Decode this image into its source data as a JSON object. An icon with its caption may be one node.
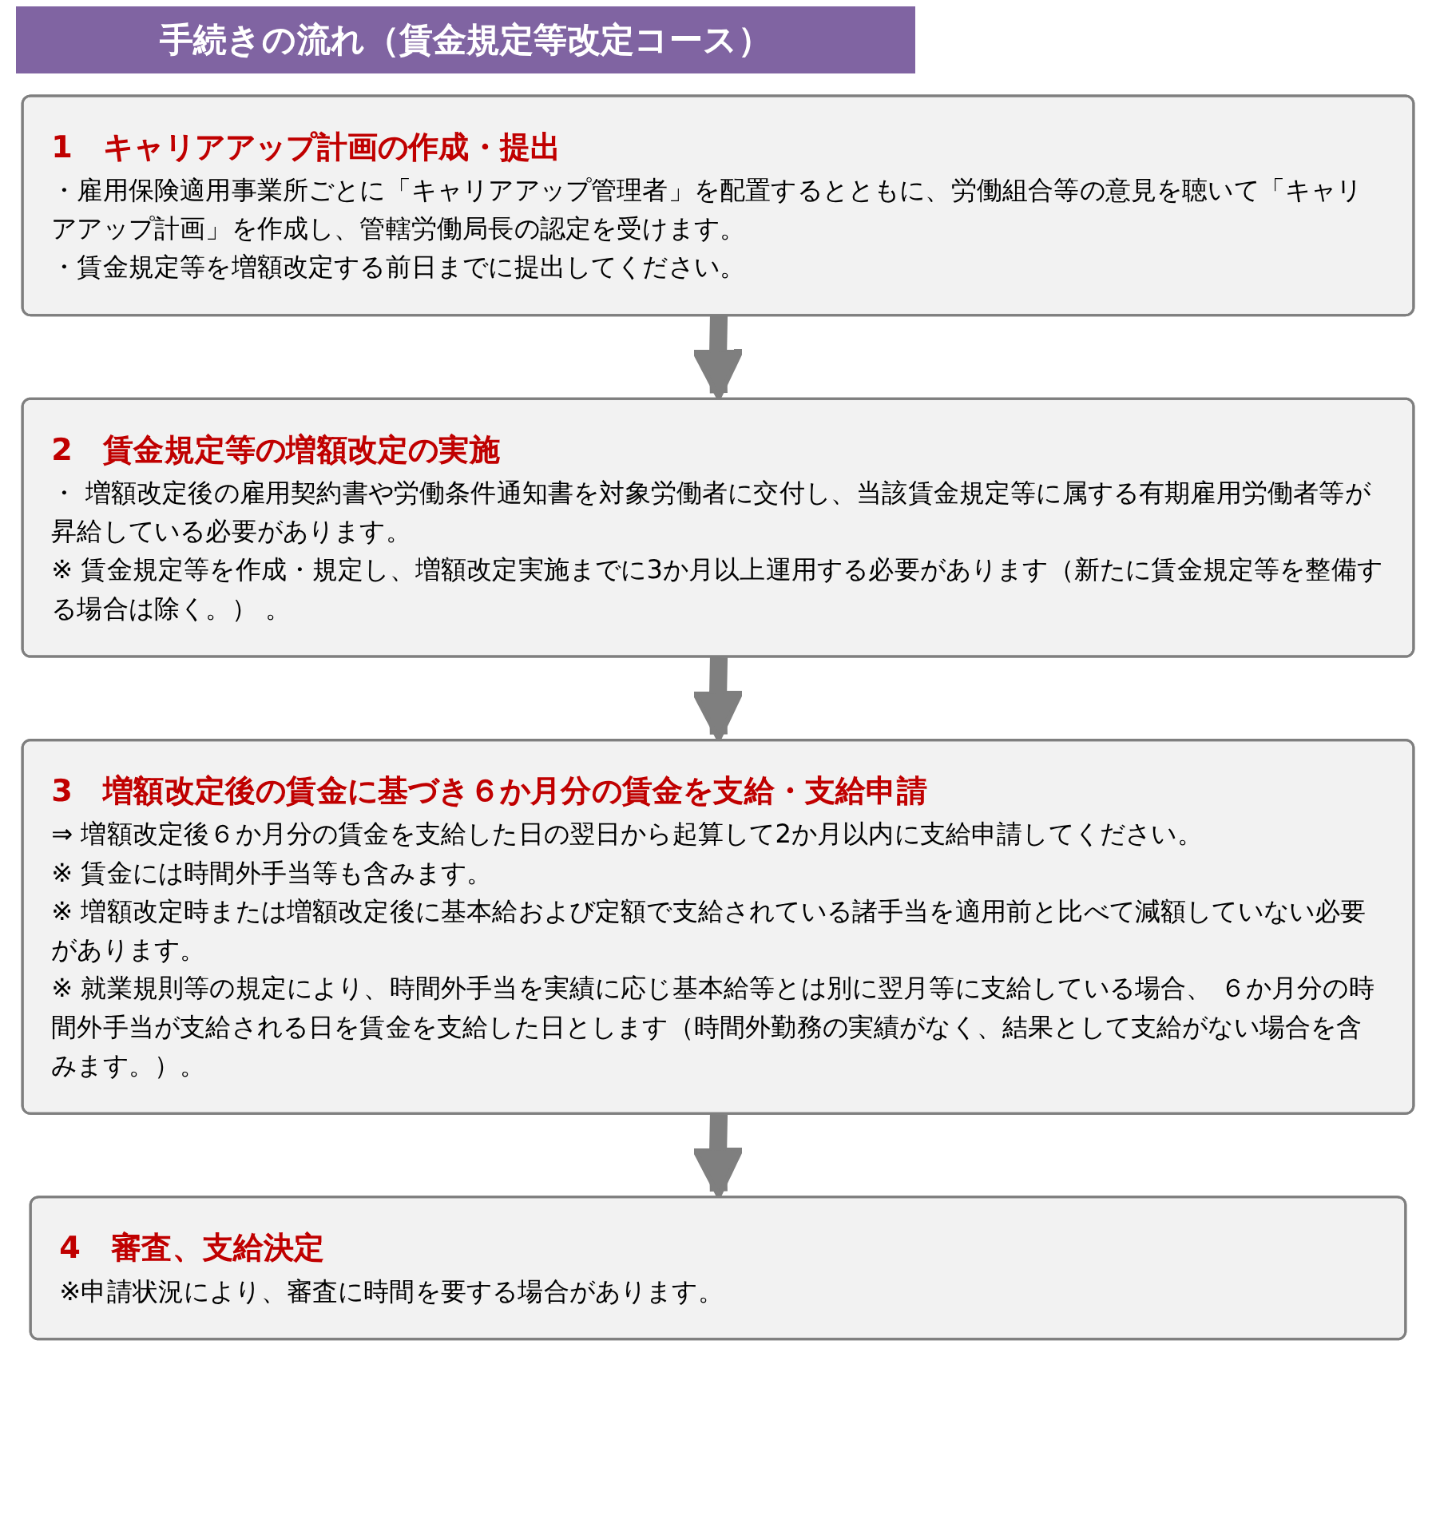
{
  "diagram": {
    "title": "手続きの流れ（賃金規定等改定コース）",
    "nodes": [
      {
        "text": [
          "1　キャリアアップ計画の作成・提出",
          "・雇用保険適用事業所ごとに「キャリアアップ管理者」を配置するとともに、労働組合等の意見を聴いて「キャリアアップ計画」を作成し、管轄労働局長の認定を受けます。",
          "・賃金規定等を増額改定する前日までに提出してください。"
        ]
      },
      {
        "text": [
          "2　賃金規定等の増額改定の実施",
          "・ 増額改定後の雇用契約書や労働条件通知書を対象労働者に交付し、当該賃金規定等に属する有期雇用労働者等が昇給している必要があります。",
          "※ 賃金規定等を作成・規定し、増額改定実施までに3か月以上運用する必要があります（新たに賃金規定等を整備する場合は除く。） 。"
        ]
      },
      {
        "text": [
          "3　増額改定後の賃金に基づき６か月分の賃金を支給・支給申請",
          "⇒ 増額改定後６か月分の賃金を支給した日の翌日から起算して2か月以内に支給申請してください。",
          "※ 賃金には時間外手当等も含みます。",
          "※ 増額改定時または増額改定後に基本給および定額で支給されている諸手当を適用前と比べて減額していない必要があります。",
          "※ 就業規則等の規定により、時間外手当を実績に応じ基本給等とは別に翌月等に支給している場合、 ６か月分の時間外手当が支給される日を賃金を支給した日とします（時間外勤務の実績がなく、結果として支給がない場合を含みます。）。"
        ]
      },
      {
        "text": [
          "4　審査、支給決定",
          "※申請状況により、審査に時間を要する場合があります。"
        ]
      }
    ],
    "edges": [
      {
        "from": 0,
        "to": 1,
        "arrow": "to"
      },
      {
        "from": 1,
        "to": 2,
        "arrow": "to"
      },
      {
        "from": 2,
        "to": 3,
        "arrow": "to"
      }
    ]
  }
}
